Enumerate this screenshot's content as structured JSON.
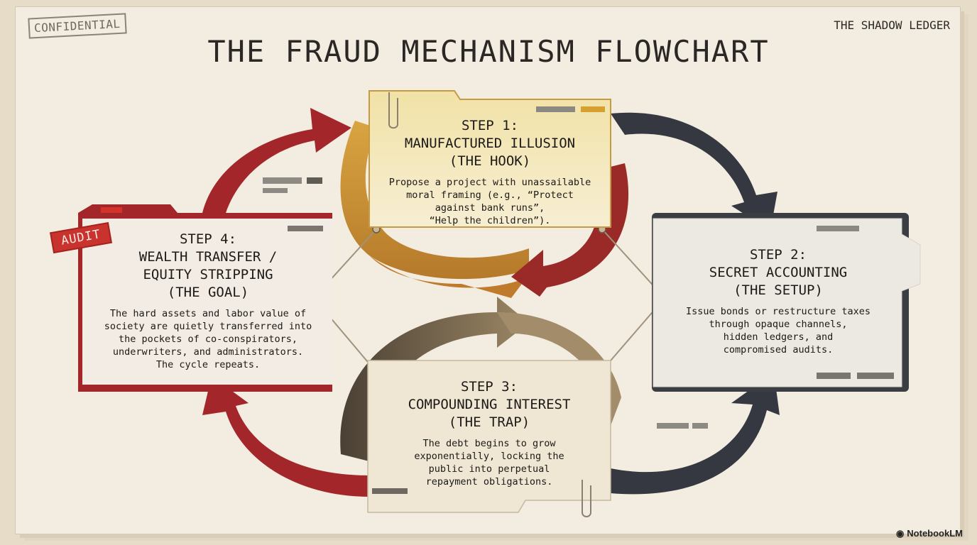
{
  "header": {
    "stamp": "CONFIDENTIAL",
    "brand": "THE SHADOW LEDGER",
    "title": "THE FRAUD MECHANISM FLOWCHART"
  },
  "steps": [
    {
      "heading": "STEP 1:\nMANUFACTURED ILLUSION\n(THE HOOK)",
      "description": "Propose a project with unassailable\nmoral framing (e.g., “Protect\nagainst bank runs”,\n“Help the children”).",
      "color": "#e9c46a"
    },
    {
      "heading": "STEP 2:\nSECRET ACCOUNTING\n(THE SETUP)",
      "description": "Issue bonds or restructure taxes\nthrough opaque channels,\nhidden ledgers, and\ncompromised audits.",
      "color": "#3a3d42"
    },
    {
      "heading": "STEP 3:\nCOMPOUNDING INTEREST\n(THE TRAP)",
      "description": "The debt begins to grow\nexponentially, locking the\npublic into perpetual\nrepayment obligations.",
      "color": "#8a7456"
    },
    {
      "heading": "STEP 4:\nWEALTH TRANSFER /\nEQUITY STRIPPING\n(THE GOAL)",
      "description": "The hard assets and labor value of\nsociety are quietly transferred into\nthe pockets of co-conspirators,\nunderwriters, and administrators.\nThe cycle repeats.",
      "color": "#a3262a"
    }
  ],
  "audit_stamp": "AUDIT",
  "footer": {
    "brand": "NotebookLM"
  }
}
